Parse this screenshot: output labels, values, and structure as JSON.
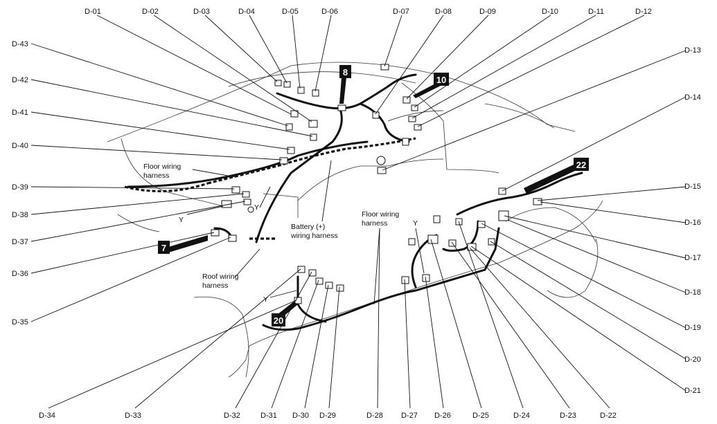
{
  "connectors": {
    "top": [
      "D-01",
      "D-02",
      "D-03",
      "D-04",
      "D-05",
      "D-06",
      "D-07",
      "D-08",
      "D-09",
      "D-10",
      "D-11",
      "D-12"
    ],
    "right": [
      "D-13",
      "D-14",
      "D-15",
      "D-16",
      "D-17",
      "D-18",
      "D-19",
      "D-20",
      "D-21"
    ],
    "bottom": [
      "D-22",
      "D-23",
      "D-24",
      "D-25",
      "D-26",
      "D-27",
      "D-28",
      "D-29",
      "D-30",
      "D-31",
      "D-32",
      "D-33",
      "D-34"
    ],
    "left": [
      "D-35",
      "D-36",
      "D-37",
      "D-38",
      "D-39",
      "D-40",
      "D-41",
      "D-42",
      "D-43"
    ]
  },
  "harness_labels": {
    "floor_left_1": "Floor wiring",
    "floor_left_2": "harness",
    "floor_right_1": "Floor wiring",
    "floor_right_2": "harness",
    "battery_1": "Battery (+)",
    "battery_2": "wiring harness",
    "roof_1": "Roof wiring",
    "roof_2": "harness"
  },
  "y_marks": {
    "a": "Y",
    "b": "Y",
    "c": "Y",
    "d": "Y"
  },
  "badges": {
    "b7": "7",
    "b8": "8",
    "b10": "10",
    "b20": "20",
    "b22": "22"
  }
}
